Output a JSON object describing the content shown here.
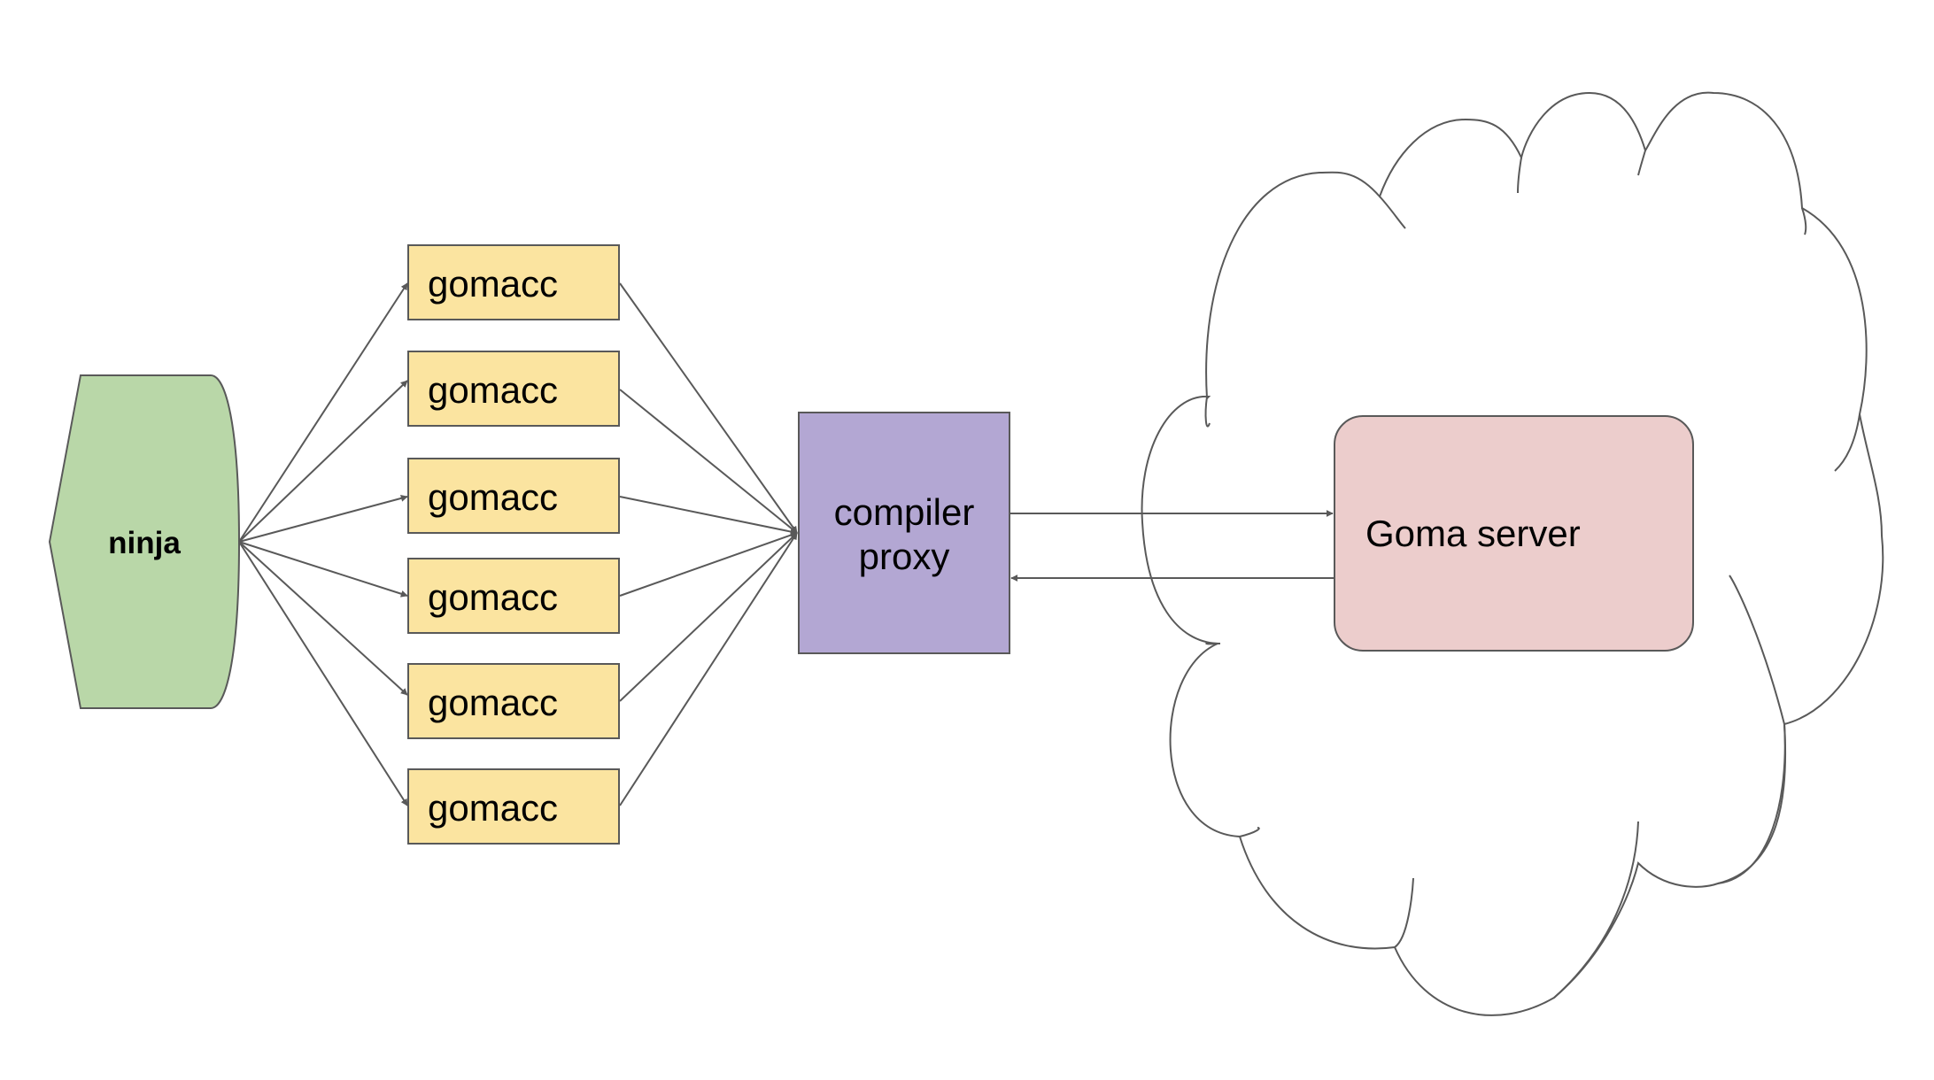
{
  "nodes": {
    "ninja": {
      "label": "ninja",
      "fill": "#b9d7a8"
    },
    "gomacc": {
      "fill": "#fbe4a0",
      "items": [
        {
          "label": "gomacc"
        },
        {
          "label": "gomacc"
        },
        {
          "label": "gomacc"
        },
        {
          "label": "gomacc"
        },
        {
          "label": "gomacc"
        },
        {
          "label": "gomacc"
        }
      ]
    },
    "compiler_proxy": {
      "line1": "compiler",
      "line2": "proxy",
      "fill": "#b3a7d3"
    },
    "goma_server": {
      "label": "Goma server",
      "fill": "#eccdcc"
    },
    "cloud": {
      "fill": "#ffffff"
    }
  },
  "colors": {
    "outline": "#595959",
    "edge": "#595959"
  },
  "edges": [
    {
      "from": "ninja",
      "to": "gomacc-1"
    },
    {
      "from": "ninja",
      "to": "gomacc-2"
    },
    {
      "from": "ninja",
      "to": "gomacc-3"
    },
    {
      "from": "ninja",
      "to": "gomacc-4"
    },
    {
      "from": "ninja",
      "to": "gomacc-5"
    },
    {
      "from": "ninja",
      "to": "gomacc-6"
    },
    {
      "from": "gomacc-1",
      "to": "compiler-proxy"
    },
    {
      "from": "gomacc-2",
      "to": "compiler-proxy"
    },
    {
      "from": "gomacc-3",
      "to": "compiler-proxy"
    },
    {
      "from": "gomacc-4",
      "to": "compiler-proxy"
    },
    {
      "from": "gomacc-5",
      "to": "compiler-proxy"
    },
    {
      "from": "gomacc-6",
      "to": "compiler-proxy"
    },
    {
      "from": "compiler-proxy",
      "to": "goma-server"
    },
    {
      "from": "goma-server",
      "to": "compiler-proxy"
    }
  ]
}
